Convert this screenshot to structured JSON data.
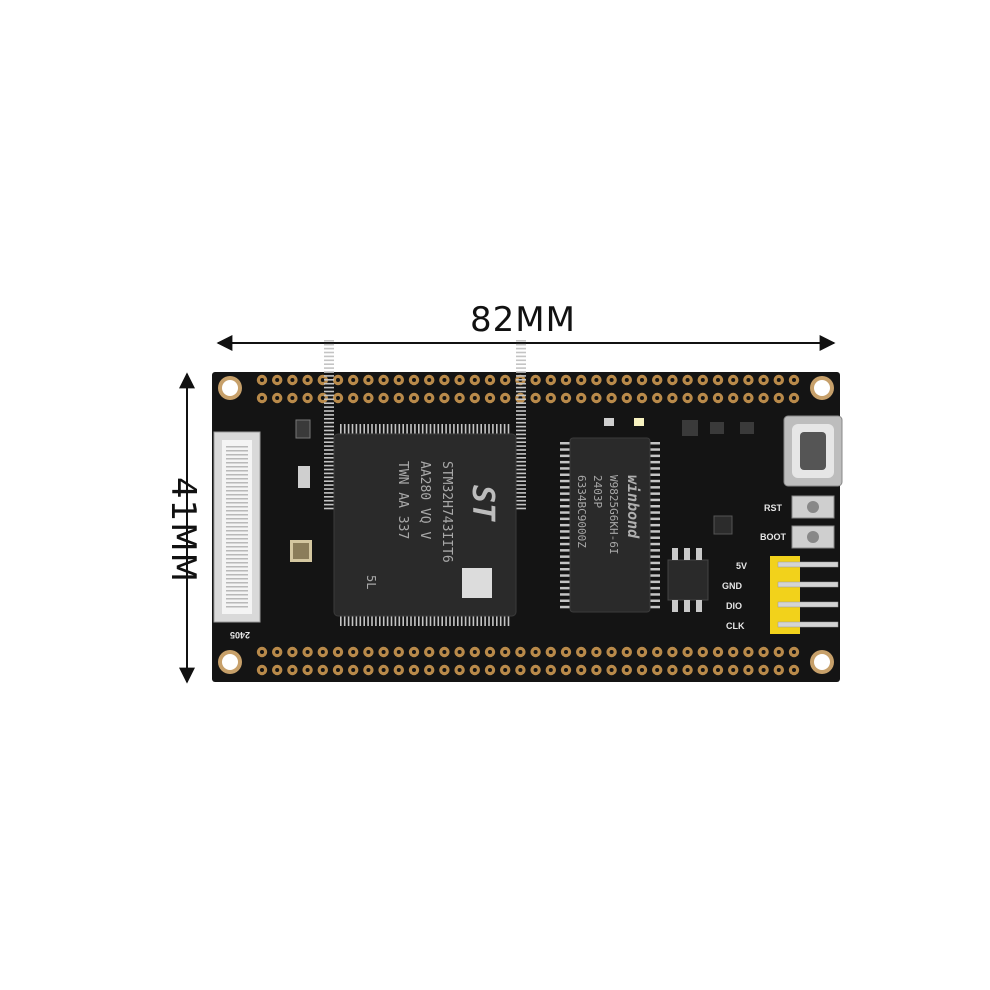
{
  "dimensions": {
    "width_label": "82MM",
    "height_label": "41MM"
  },
  "board": {
    "colors": {
      "pcb": "#141414",
      "pad_gold": "#b98a4a",
      "header_yellow": "#f2d21b",
      "silkscreen": "#e6e6e6"
    },
    "mcu": {
      "logo": "ST",
      "lines": [
        "STM32H743IIT6",
        "AA280 VQ V",
        "TWN AA 337"
      ],
      "code": "5L"
    },
    "sdram": {
      "brand": "winbond",
      "lines": [
        "W9825G6KH-6I",
        "2403P",
        "6334BC9000Z"
      ]
    },
    "connector_label": "2405",
    "button_labels": {
      "reset": "RST",
      "boot": "BOOT"
    },
    "header_pins": [
      "5V",
      "GND",
      "DIO",
      "CLK"
    ]
  }
}
